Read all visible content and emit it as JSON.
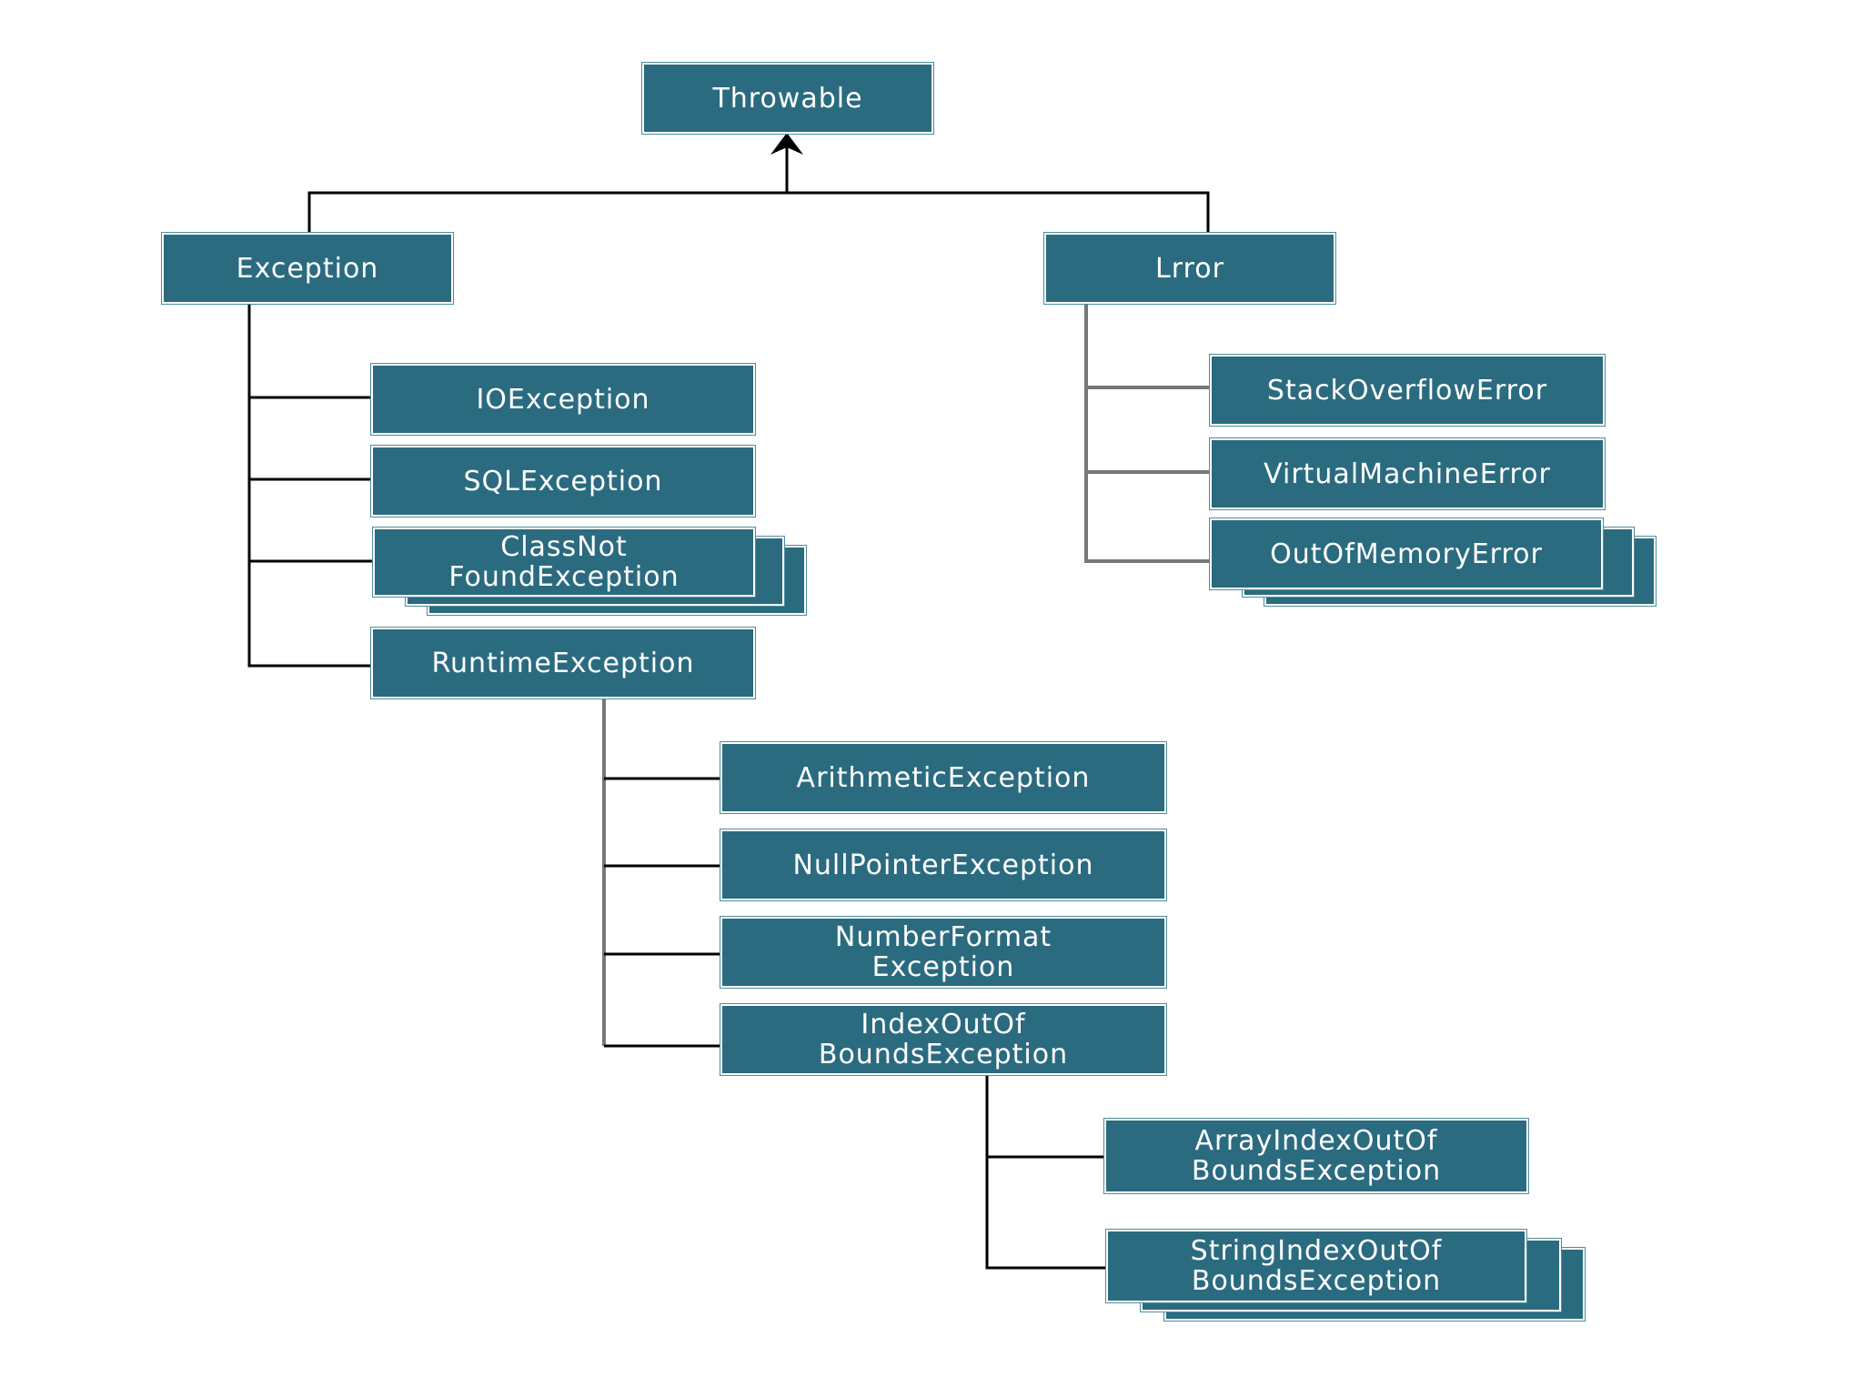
{
  "diagram": {
    "root": {
      "label": "Throwable"
    },
    "exception": {
      "label": "Exception",
      "children": [
        {
          "label": "IOException"
        },
        {
          "label": "SQLException"
        },
        {
          "label": "ClassNot\nFoundException"
        },
        {
          "label": "RuntimeException"
        }
      ]
    },
    "error": {
      "label": "Lrror",
      "children": [
        {
          "label": "StackOverflowError"
        },
        {
          "label": "VirtualMachineError"
        },
        {
          "label": "OutOfMemoryError"
        }
      ]
    },
    "runtime_children": [
      {
        "label": "ArithmeticException"
      },
      {
        "label": "NullPointerException"
      },
      {
        "label": "NumberFormat\nException"
      },
      {
        "label": "IndexOutOf\nBoundsException"
      }
    ],
    "index_children": [
      {
        "label": "ArrayIndexOutOf\nBoundsException"
      },
      {
        "label": "StringIndexOutOf\nBoundsException"
      }
    ]
  },
  "colors": {
    "box_fill": "#2b6b80",
    "box_text": "#ffffff",
    "connector": "#000000"
  }
}
